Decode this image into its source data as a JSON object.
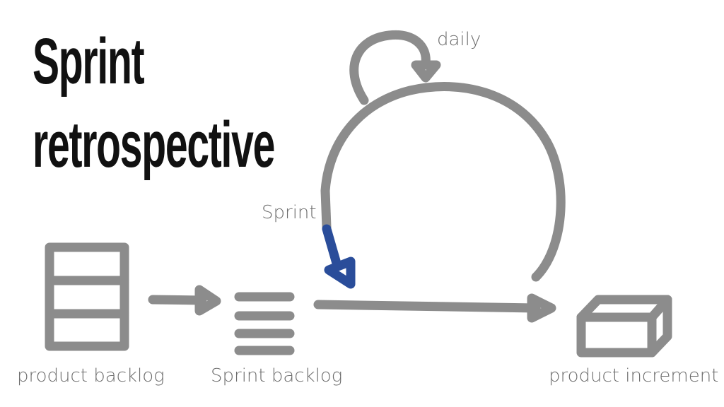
{
  "title": {
    "line1": "Sprint",
    "line2": "retrospective"
  },
  "labels": {
    "daily": "daily",
    "sprint": "Sprint",
    "product_backlog": "product backlog",
    "sprint_backlog": "Sprint backlog",
    "product_increment": "product increment"
  },
  "colors": {
    "stroke": "#8c8c8c",
    "highlight": "#2a4d9a",
    "title": "#111111",
    "label": "#6e6e6e"
  }
}
